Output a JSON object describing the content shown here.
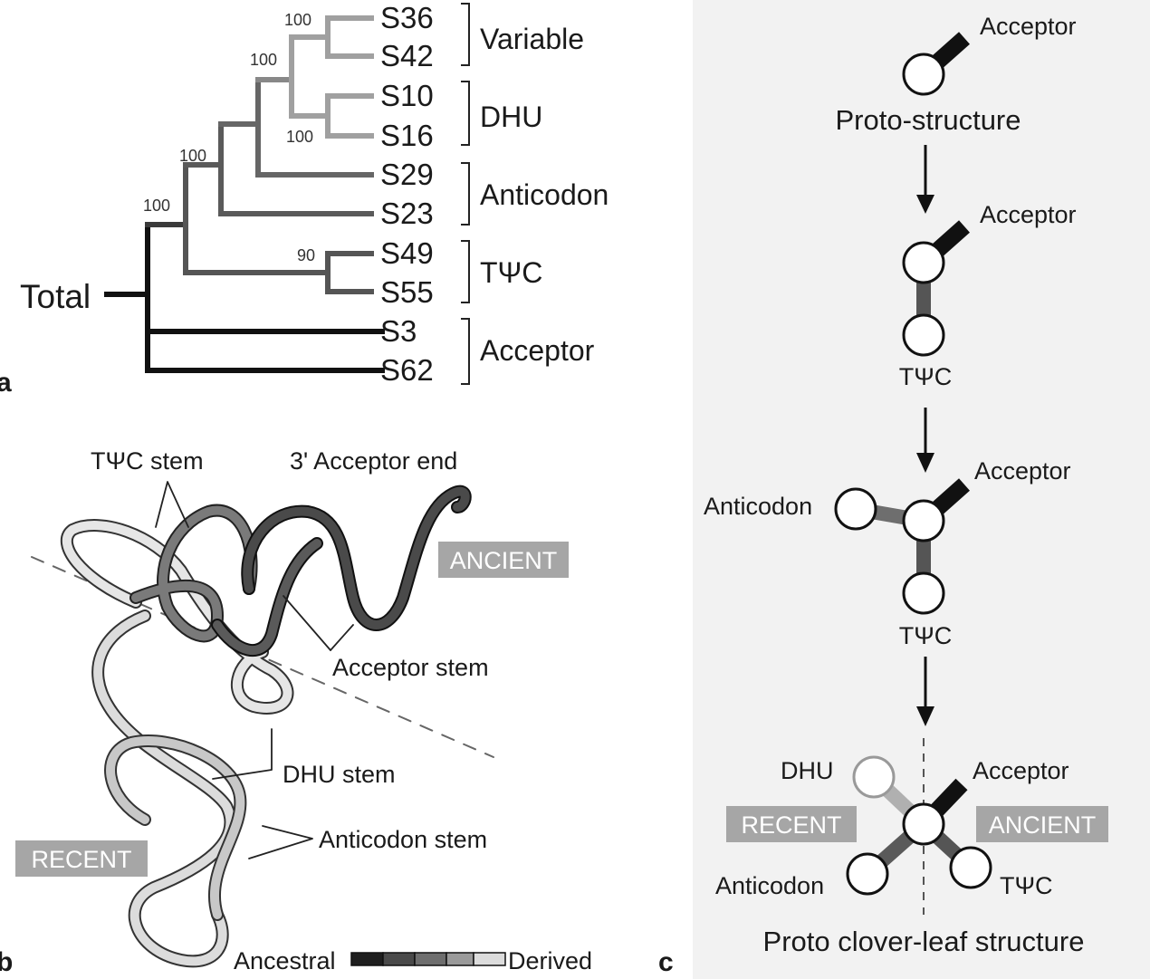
{
  "panels": {
    "a": {
      "letter": "a",
      "root_label": "Total",
      "bootstrap": [
        "100",
        "100",
        "100",
        "100",
        "100",
        "90"
      ],
      "leaves": [
        "S36",
        "S42",
        "S10",
        "S16",
        "S29",
        "S23",
        "S49",
        "S55",
        "S3",
        "S62"
      ],
      "groups": [
        "Variable",
        "DHU",
        "Anticodon",
        "TΨC",
        "Acceptor"
      ]
    },
    "b": {
      "letter": "b",
      "annotations": {
        "tpsic_stem": "TΨC stem",
        "acceptor_end": "3' Acceptor end",
        "acceptor_stem": "Acceptor stem",
        "dhu_stem": "DHU stem",
        "anticodon_stem": "Anticodon stem"
      },
      "badges": {
        "ancient": "ANCIENT",
        "recent": "RECENT"
      },
      "legend": {
        "left": "Ancestral",
        "right": "Derived",
        "colors": [
          "#1e1e1e",
          "#4a4a4a",
          "#6e6e6e",
          "#9a9a9a",
          "#dcdcdc"
        ]
      }
    },
    "c": {
      "letter": "c",
      "stage1": {
        "acceptor": "Acceptor",
        "caption": "Proto-structure"
      },
      "stage2": {
        "acceptor": "Acceptor",
        "tpsic": "TΨC"
      },
      "stage3": {
        "acceptor": "Acceptor",
        "anticodon": "Anticodon",
        "tpsic": "TΨC"
      },
      "stage4": {
        "dhu": "DHU",
        "acceptor": "Acceptor",
        "anticodon": "Anticodon",
        "tpsic": "TΨC",
        "recent": "RECENT",
        "ancient": "ANCIENT",
        "caption": "Proto clover-leaf structure"
      }
    }
  },
  "colors": {
    "ancestral": "#1e1e1e",
    "mid_dark": "#4a4a4a",
    "mid": "#6e6e6e",
    "light": "#9a9a9a",
    "derived": "#dcdcdc",
    "badge_bg": "#a6a6a6",
    "panel_c_bg": "#f2f2f2"
  }
}
